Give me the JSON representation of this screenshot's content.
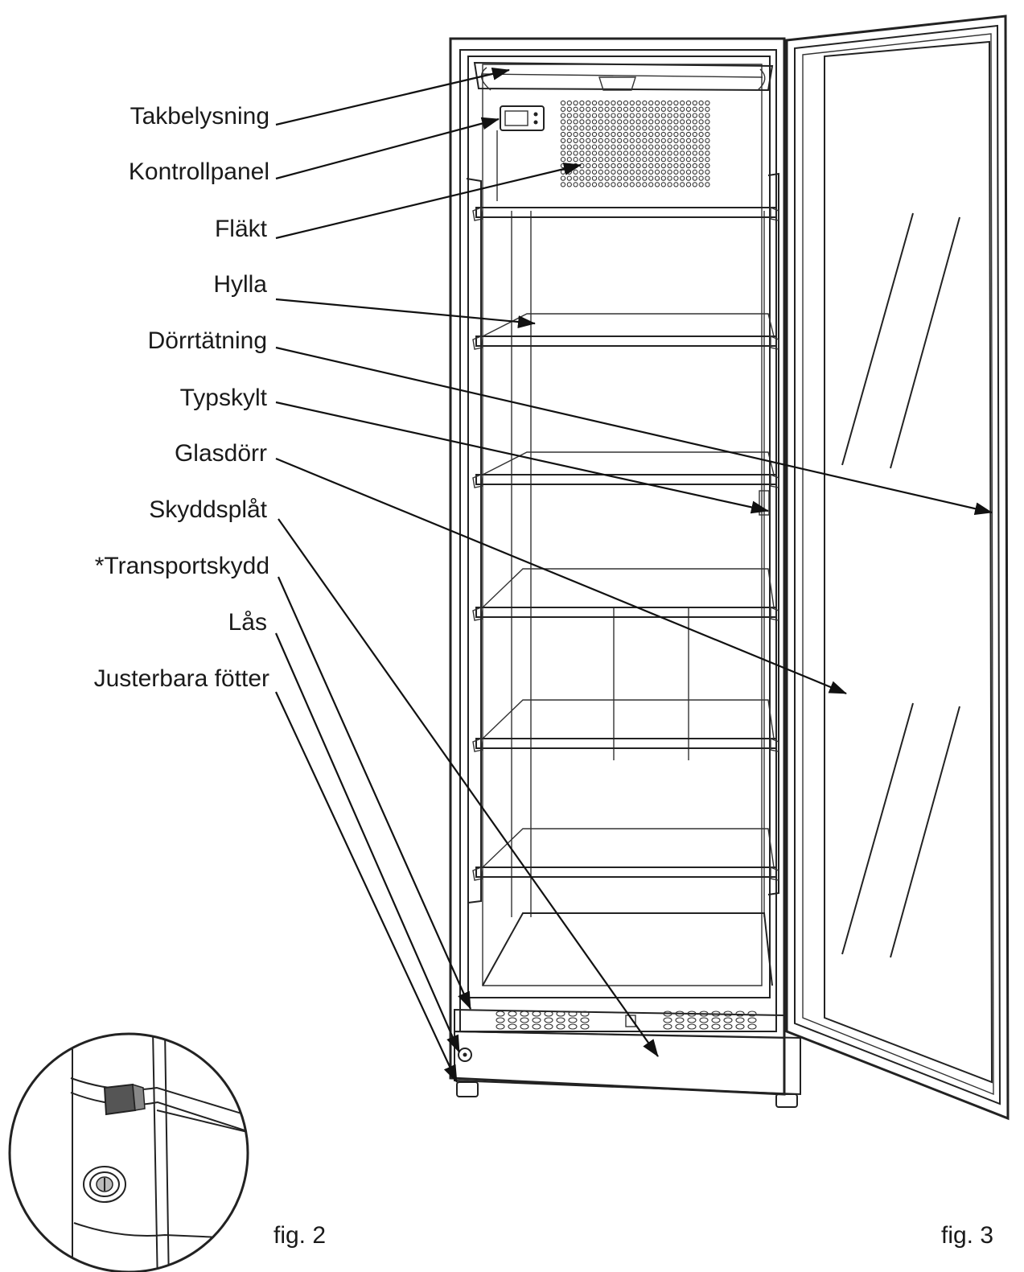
{
  "labels": [
    "Takbelysning",
    "Kontrollpanel",
    "Fläkt",
    "Hylla",
    "Dörrtätning",
    "Typskylt",
    "Glasdörr",
    "Skyddsplåt",
    "*Transportskydd",
    "Lås",
    "Justerbara fötter"
  ],
  "figures": {
    "fig2": "fig. 2",
    "fig3": "fig. 3"
  },
  "colors": {
    "line": "#222222",
    "text": "#1a1a1a",
    "background": "#ffffff"
  }
}
